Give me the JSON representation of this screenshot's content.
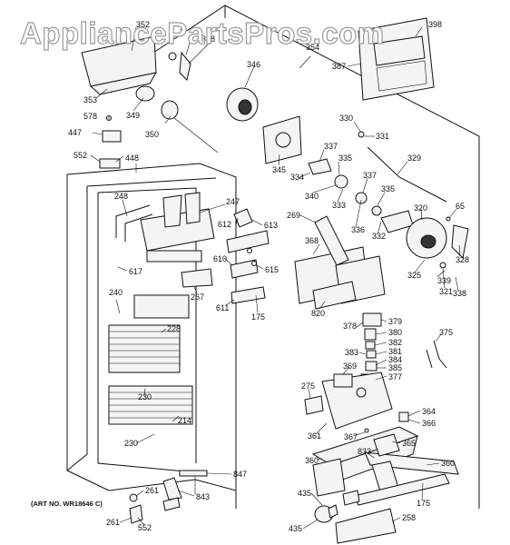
{
  "watermark": "AppliancePartsPros.com",
  "art_number": "(ART NO. WR18646 C)",
  "callouts": {
    "c352": "352",
    "c3": "3",
    "c348": "348",
    "c354": "354",
    "c398": "398",
    "c387": "387",
    "c346": "346",
    "c353": "353",
    "c349": "349",
    "c578": "578",
    "c447": "447",
    "c350": "350",
    "c552a": "552",
    "c448": "448",
    "c330": "330",
    "c331": "331",
    "c337a": "337",
    "c345": "345",
    "c329": "329",
    "c334": "334",
    "c335a": "335",
    "c340": "340",
    "c333": "333",
    "c337b": "337",
    "c335b": "335",
    "c248": "248",
    "c247": "247",
    "c612": "612",
    "c613": "613",
    "c269": "269",
    "c336": "336",
    "c332": "332",
    "c320": "320",
    "c65": "65",
    "c368": "368",
    "c328": "328",
    "c617": "617",
    "c610": "610",
    "c615": "615",
    "c325": "325",
    "c321": "321",
    "c339": "339",
    "c338": "338",
    "c240": "240",
    "c267": "267",
    "c611": "611",
    "c175a": "175",
    "c820": "820",
    "c228": "228",
    "c378": "378",
    "c379": "379",
    "c380": "380",
    "c382": "382",
    "c375": "375",
    "c383": "383",
    "c381": "381",
    "c384": "384",
    "c369": "369",
    "c385": "385",
    "c377": "377",
    "c230a": "230",
    "c275": "275",
    "c214": "214",
    "c364": "364",
    "c366": "366",
    "c361": "361",
    "c367": "367",
    "c230b": "230",
    "c365": "365",
    "c833": "833",
    "c360a": "360",
    "c360b": "360",
    "c847": "847",
    "c261a": "261",
    "c843": "843",
    "c435a": "435",
    "c175b": "175",
    "c261b": "261",
    "c552b": "552",
    "c435b": "435",
    "c258": "258"
  }
}
